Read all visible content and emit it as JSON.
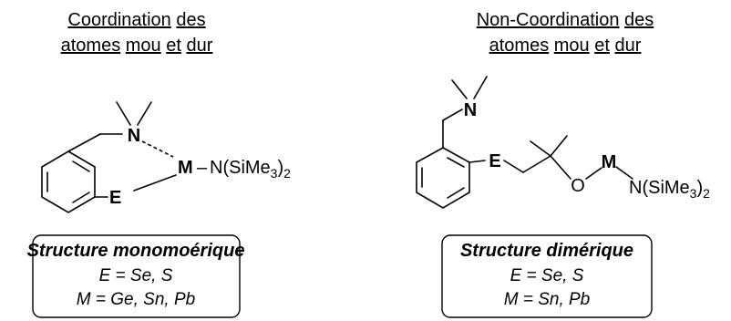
{
  "left": {
    "heading_line1": [
      "Coordination",
      "des"
    ],
    "heading_line2": [
      "atomes",
      "mou",
      "et",
      "dur"
    ],
    "atoms": {
      "N": "N",
      "M": "M",
      "dash": "–",
      "amide": "N(SiMe",
      "amide_sub": "3",
      "amide_close": ")",
      "amide_sub2": "2",
      "E": "E"
    },
    "box": {
      "title": "Structure monomoérique",
      "line1": "E = Se, S",
      "line2": "M = Ge, Sn, Pb"
    }
  },
  "right": {
    "heading_line1": [
      "Non-Coordination",
      "des"
    ],
    "heading_line2": [
      "atomes",
      "mou",
      "et",
      "dur"
    ],
    "atoms": {
      "N": "N",
      "E": "E",
      "O": "O",
      "M": "M",
      "amide": "N(SiMe",
      "amide_sub": "3",
      "amide_close": ")",
      "amide_sub2": "2"
    },
    "box": {
      "title": "Structure dimérique",
      "line1": "E = Se, S",
      "line2": "M = Sn, Pb"
    }
  }
}
